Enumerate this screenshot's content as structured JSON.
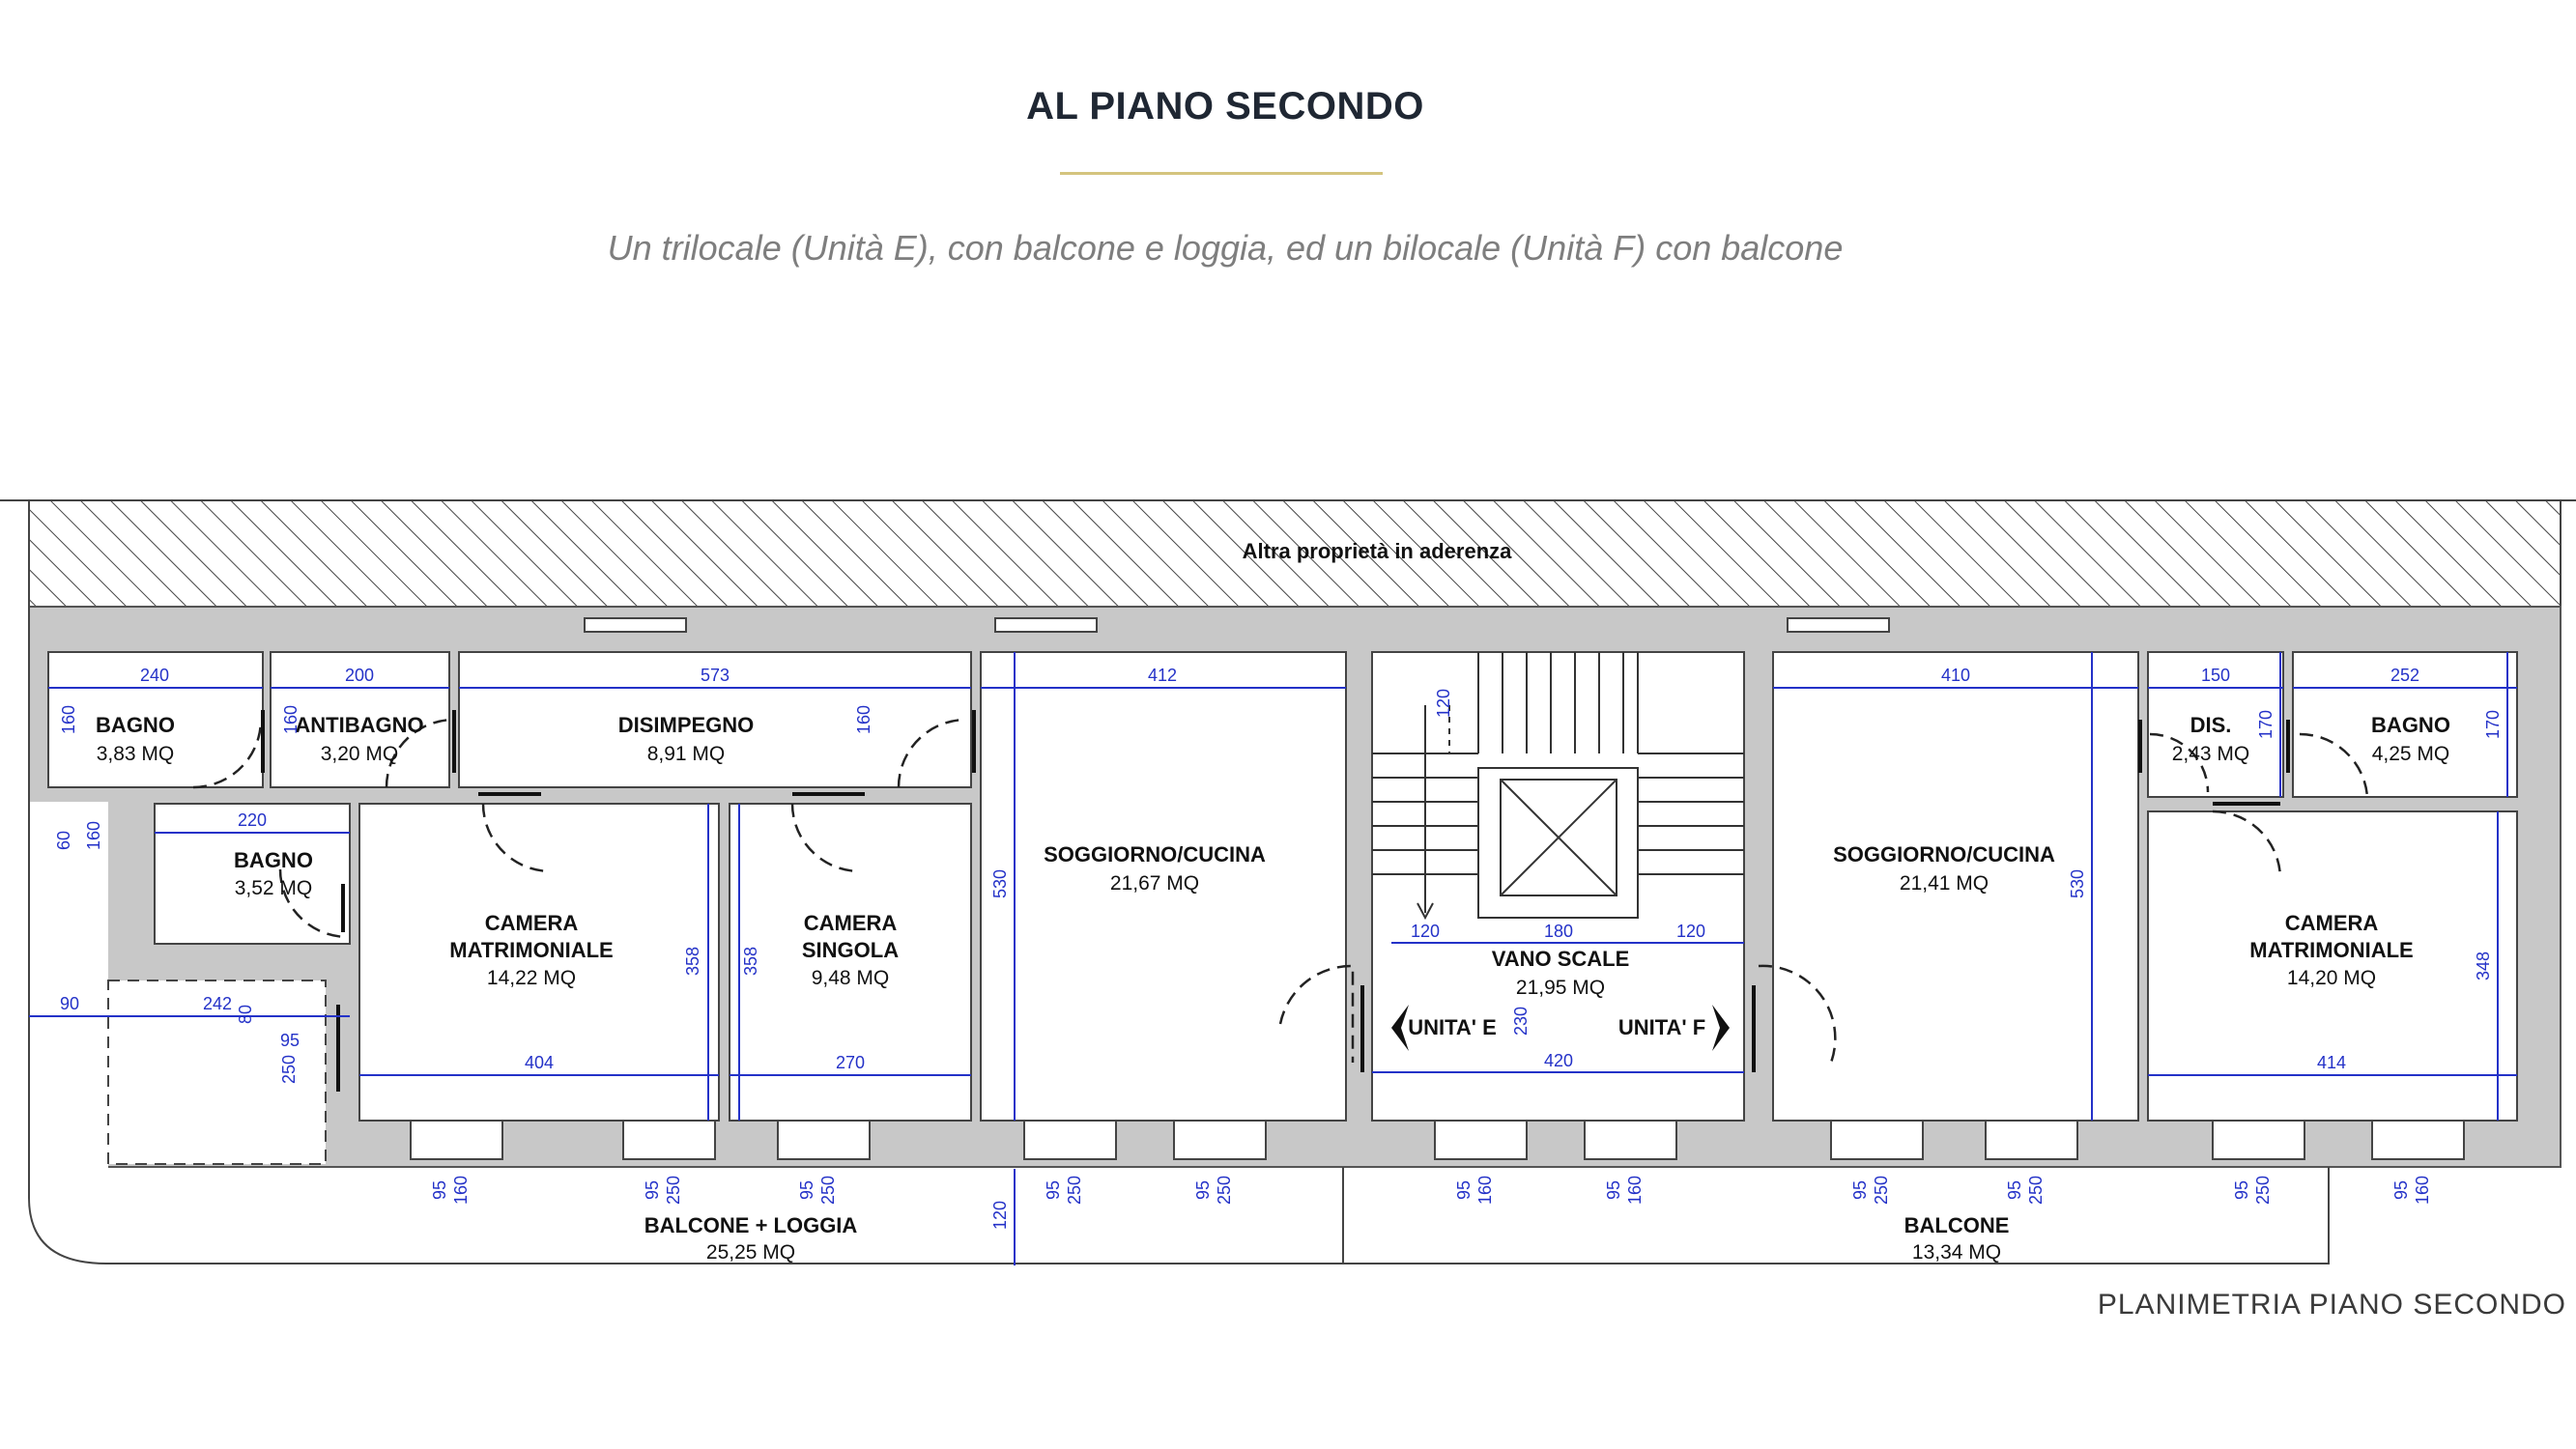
{
  "header": {
    "title": "AL PIANO SECONDO",
    "subtitle": "Un trilocale (Unità E), con balcone e loggia, ed un bilocale (Unità F) con balcone"
  },
  "caption": "PLANIMETRIA PIANO SECONDO",
  "plan": {
    "adjacent_label": "Altra proprietà in aderenza",
    "rooms": {
      "bagno1": {
        "name": "BAGNO",
        "area": "3,83 MQ"
      },
      "antibagno": {
        "name": "ANTIBAGNO",
        "area": "3,20 MQ"
      },
      "disimpegno": {
        "name": "DISIMPEGNO",
        "area": "8,91 MQ"
      },
      "bagno2": {
        "name": "BAGNO",
        "area": "3,52 MQ"
      },
      "camera_matr_e": {
        "name1": "CAMERA",
        "name2": "MATRIMONIALE",
        "area": "14,22 MQ"
      },
      "camera_singola": {
        "name1": "CAMERA",
        "name2": "SINGOLA",
        "area": "9,48 MQ"
      },
      "soggiorno_e": {
        "name": "SOGGIORNO/CUCINA",
        "area": "21,67 MQ"
      },
      "vano_scale": {
        "name": "VANO SCALE",
        "area": "21,95 MQ"
      },
      "soggiorno_f": {
        "name": "SOGGIORNO/CUCINA",
        "area": "21,41 MQ"
      },
      "dis": {
        "name": "DIS.",
        "area": "2,43 MQ"
      },
      "bagno3": {
        "name": "BAGNO",
        "area": "4,25 MQ"
      },
      "camera_matr_f": {
        "name1": "CAMERA",
        "name2": "MATRIMONIALE",
        "area": "14,20 MQ"
      },
      "balcone_loggia": {
        "name": "BALCONE + LOGGIA",
        "area": "25,25 MQ"
      },
      "balcone": {
        "name": "BALCONE",
        "area": "13,34 MQ"
      }
    },
    "units": {
      "e": "UNITA' E",
      "f": "UNITA' F"
    },
    "dimensions": {
      "d240": "240",
      "d200": "200",
      "d573": "573",
      "d412": "412",
      "d410": "410",
      "d150": "150",
      "d252": "252",
      "d220": "220",
      "d404": "404",
      "d270": "270",
      "d420": "420",
      "d414": "414",
      "d180": "180",
      "d120a": "120",
      "d120b": "120",
      "d120c": "120",
      "d120d": "120",
      "d242": "242",
      "d90": "90",
      "d95": "95",
      "d250": "250",
      "d60": "60",
      "d80": "80",
      "v160a": "160",
      "v160b": "160",
      "v160c": "160",
      "v160d": "160",
      "v530a": "530",
      "v530b": "530",
      "v358a": "358",
      "v358b": "358",
      "v348": "348",
      "v170a": "170",
      "v170b": "170",
      "v230": "230",
      "w_pairs": [
        {
          "a": "95",
          "b": "160"
        },
        {
          "a": "95",
          "b": "250"
        },
        {
          "a": "95",
          "b": "250"
        },
        {
          "a": "95",
          "b": "250"
        },
        {
          "a": "95",
          "b": "250"
        },
        {
          "a": "95",
          "b": "160"
        },
        {
          "a": "95",
          "b": "160"
        },
        {
          "a": "95",
          "b": "250"
        },
        {
          "a": "95",
          "b": "250"
        },
        {
          "a": "95",
          "b": "250"
        },
        {
          "a": "95",
          "b": "160"
        }
      ]
    }
  }
}
